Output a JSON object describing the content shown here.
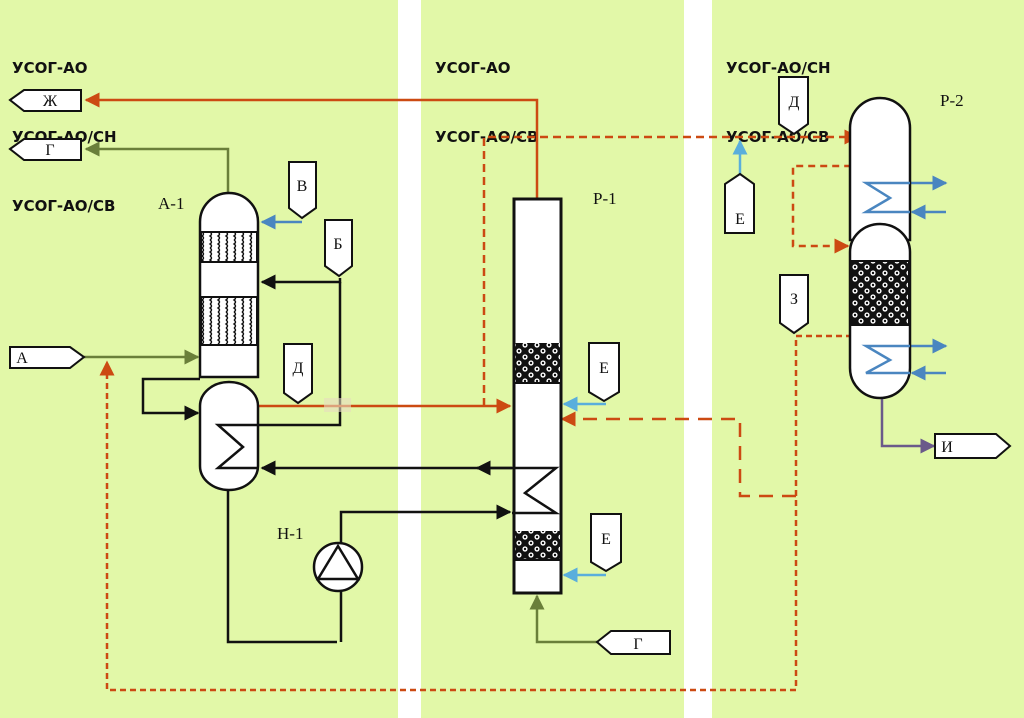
{
  "diagram": {
    "zones": [
      {
        "id": "zone-1",
        "title_lines": [
          "УСОГ-АО",
          "УСОГ-АО/СН",
          "УСОГ-АО/СВ"
        ]
      },
      {
        "id": "zone-2",
        "title_lines": [
          "УСОГ-АО",
          "УСОГ-АО/СВ"
        ]
      },
      {
        "id": "zone-3",
        "title_lines": [
          "УСОГ-АО/СН",
          "УСОГ-АО/СВ"
        ]
      }
    ],
    "equipment": {
      "absorber": "А-1",
      "pump": "Н-1",
      "reactor_1": "Р-1",
      "reactor_2": "Р-2"
    },
    "streams": {
      "zh_out": "Ж",
      "g_out": "Г",
      "a_in": "А",
      "v_in": "В",
      "b_in": "Б",
      "d_a1": "Д",
      "e_r1_upper": "Е",
      "e_r1_lower": "Е",
      "g_in_r1": "Г",
      "d_r2": "Д",
      "e_r2": "Е",
      "z_r2": "З",
      "i_out": "И"
    },
    "colors": {
      "panel_bg": "#e2f8a8",
      "hot_line": "#cc4a12",
      "gas_line": "#6a7f3a",
      "water_line": "#5aaedc",
      "coolant_line": "#4a86c0",
      "product_line": "#6a5a8a",
      "black_line": "#111111"
    }
  }
}
